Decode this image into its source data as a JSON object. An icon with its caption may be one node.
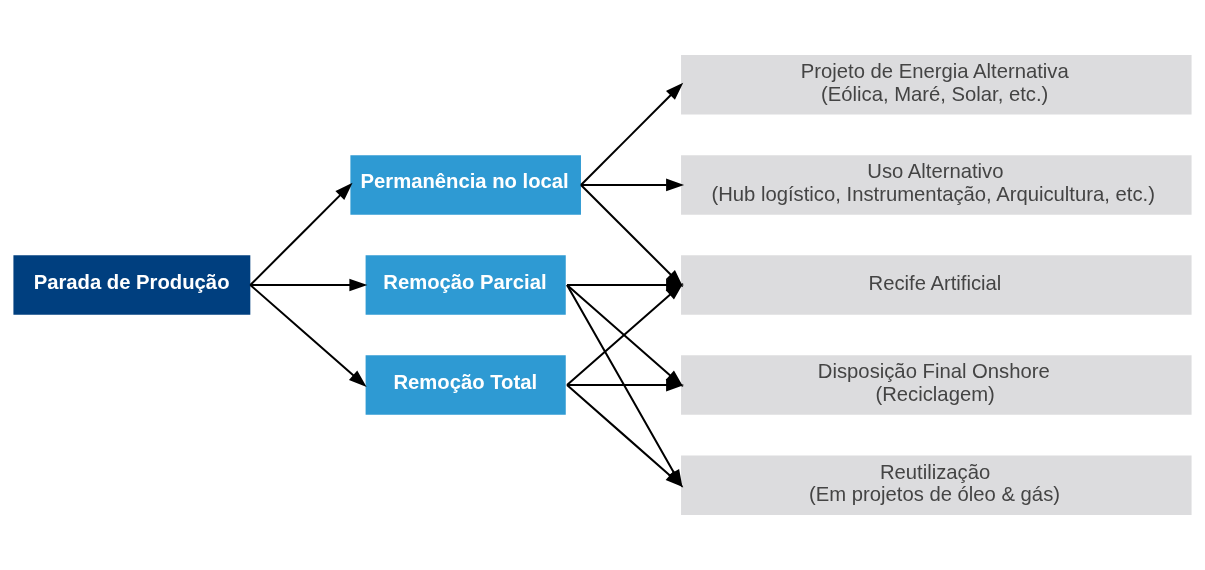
{
  "diagram": {
    "nodes": [
      {
        "text": [
          "Parada de Produção"
        ]
      },
      {
        "text": [
          "Permanência no local"
        ]
      },
      {
        "text": [
          "Remoção Parcial"
        ]
      },
      {
        "text": [
          "Remoção Total"
        ]
      },
      {
        "text": [
          "Projeto de Energia Alternativa",
          "(Eólica, Maré, Solar, etc.)"
        ]
      },
      {
        "text": [
          "Uso Alternativo",
          "(Hub logístico, Instrumentação, Arquicultura, etc.)"
        ]
      },
      {
        "text": [
          "Recife Artificial"
        ]
      },
      {
        "text": [
          "Disposição Final Onshore",
          "(Reciclagem)"
        ]
      },
      {
        "text": [
          "Reutilização",
          "(Em projetos de óleo & gás)"
        ]
      }
    ],
    "edges": [
      {
        "from": 0,
        "to": 1,
        "arrow": "to"
      },
      {
        "from": 0,
        "to": 2,
        "arrow": "to"
      },
      {
        "from": 0,
        "to": 3,
        "arrow": "to"
      },
      {
        "from": 1,
        "to": 4,
        "arrow": "to"
      },
      {
        "from": 1,
        "to": 5,
        "arrow": "to"
      },
      {
        "from": 1,
        "to": 6,
        "arrow": "to"
      },
      {
        "from": 2,
        "to": 6,
        "arrow": "to"
      },
      {
        "from": 2,
        "to": 7,
        "arrow": "to"
      },
      {
        "from": 2,
        "to": 8,
        "arrow": "to"
      },
      {
        "from": 3,
        "to": 6,
        "arrow": "to"
      },
      {
        "from": 3,
        "to": 7,
        "arrow": "to"
      },
      {
        "from": 3,
        "to": 8,
        "arrow": "to"
      }
    ]
  }
}
